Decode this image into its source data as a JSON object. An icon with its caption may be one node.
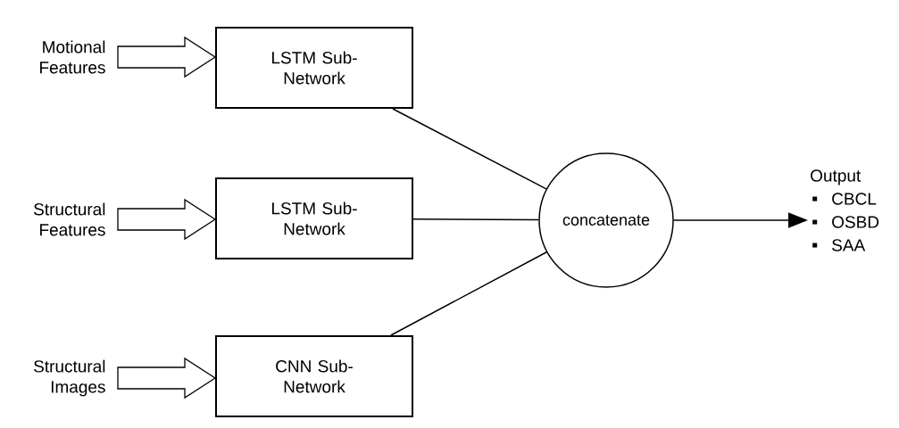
{
  "diagram": {
    "nodes": [
      {
        "text": [
          "Motional Features"
        ]
      },
      {
        "text": [
          "LSTM Sub-Network"
        ]
      },
      {
        "text": [
          "Structural Features"
        ]
      },
      {
        "text": [
          "LSTM Sub-Network"
        ]
      },
      {
        "text": [
          "Structural Images"
        ]
      },
      {
        "text": [
          "CNN Sub-Network"
        ]
      },
      {
        "text": [
          "concatenate"
        ]
      },
      {
        "text": [
          "Output",
          "CBCL",
          "OSBD",
          "SAA"
        ]
      }
    ],
    "edges": [
      {
        "from": 0,
        "to": 1,
        "arrow": "to",
        "style": "thick"
      },
      {
        "from": 2,
        "to": 3,
        "arrow": "to",
        "style": "thick"
      },
      {
        "from": 4,
        "to": 5,
        "arrow": "to",
        "style": "thick"
      },
      {
        "from": 1,
        "to": 6,
        "arrow": "none"
      },
      {
        "from": 3,
        "to": 6,
        "arrow": "none"
      },
      {
        "from": 5,
        "to": 6,
        "arrow": "none"
      },
      {
        "from": 6,
        "to": 7,
        "arrow": "to"
      }
    ]
  }
}
